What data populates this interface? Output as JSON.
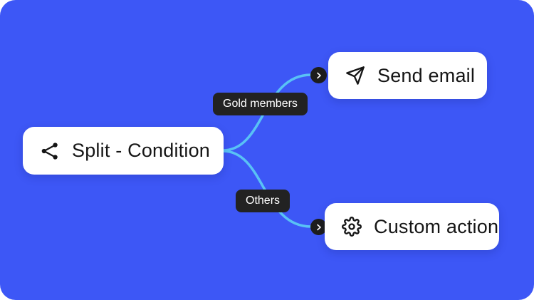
{
  "canvas": {
    "bg_color": "#3d57f6",
    "connector_color": "#59c2f5",
    "pill_color": "#222222",
    "card_color": "#ffffff"
  },
  "split_node": {
    "label": "Split - Condition",
    "icon": "split-icon"
  },
  "branches": [
    {
      "label": "Gold members",
      "badge_icon": "chevron-right-icon",
      "target": {
        "label": "Send email",
        "icon": "send-icon"
      }
    },
    {
      "label": "Others",
      "badge_icon": "chevron-right-icon",
      "target": {
        "label": "Custom action",
        "icon": "gear-icon"
      }
    }
  ]
}
